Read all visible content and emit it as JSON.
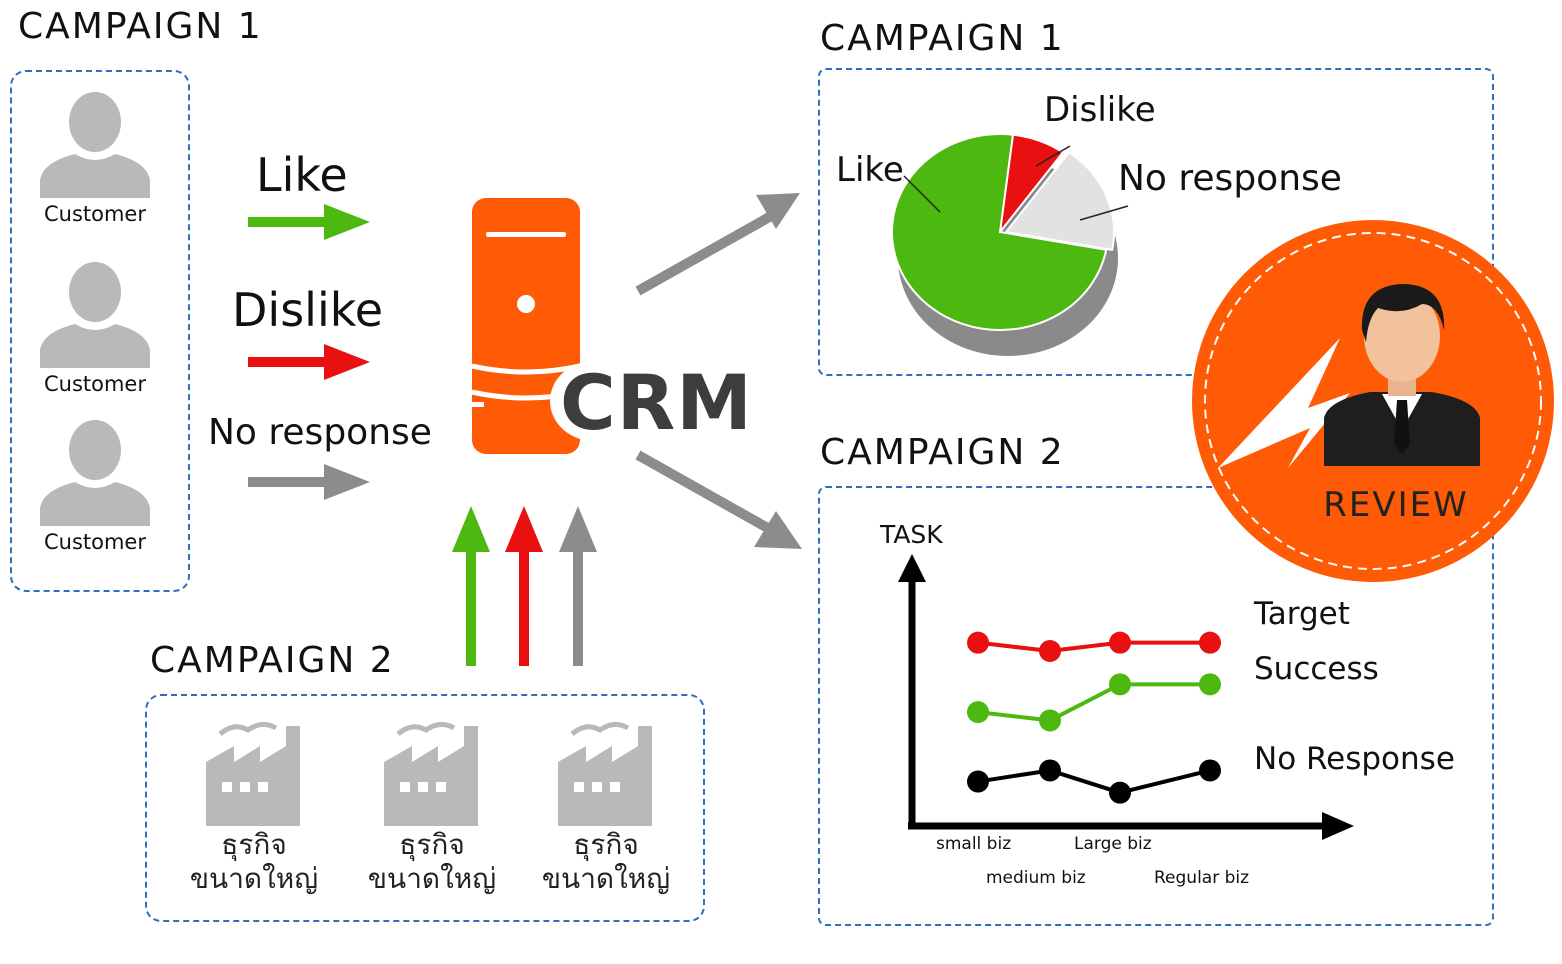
{
  "left": {
    "campaign1_title": "CAMPAIGN 1",
    "campaign2_title": "CAMPAIGN 2",
    "customers": [
      "Customer",
      "Customer",
      "Customer"
    ],
    "responses": [
      {
        "label": "Like",
        "color": "#4cb810"
      },
      {
        "label": "Dislike",
        "color": "#e81010"
      },
      {
        "label": "No response",
        "color": "#8c8c8c"
      }
    ],
    "businesses": [
      "ธุรกิจ\nขนาดใหญ่",
      "ธุรกิจ\nขนาดใหญ่",
      "ธุรกิจ\nขนาดใหญ่"
    ],
    "up_arrow_colors": [
      "#4cb810",
      "#e81010",
      "#8c8c8c"
    ]
  },
  "center": {
    "label": "CRM",
    "color": "#ff5a06"
  },
  "right": {
    "campaign1_title": "CAMPAIGN 1",
    "campaign2_title": "CAMPAIGN 2",
    "review_label": "REVIEW",
    "review_color": "#ff5a06"
  },
  "chart_data": [
    {
      "type": "pie",
      "title": "",
      "labels": [
        "Like",
        "Dislike",
        "No response"
      ],
      "values": [
        74,
        8,
        18
      ],
      "colors": [
        "#4cb810",
        "#e81010",
        "#e2e2e2"
      ]
    },
    {
      "type": "line",
      "title": "",
      "ylabel": "TASK",
      "categories": [
        "small biz",
        "medium biz",
        "Large biz",
        "Regular biz"
      ],
      "series": [
        {
          "name": "Target",
          "values": [
            6.6,
            6.3,
            6.6,
            6.6
          ],
          "color": "#e81010"
        },
        {
          "name": "Success",
          "values": [
            4.1,
            3.8,
            5.1,
            5.1
          ],
          "color": "#4cb810"
        },
        {
          "name": "No Response",
          "values": [
            1.6,
            2.0,
            1.2,
            2.0
          ],
          "color": "#000000"
        }
      ],
      "ylim": [
        0,
        9
      ]
    }
  ]
}
